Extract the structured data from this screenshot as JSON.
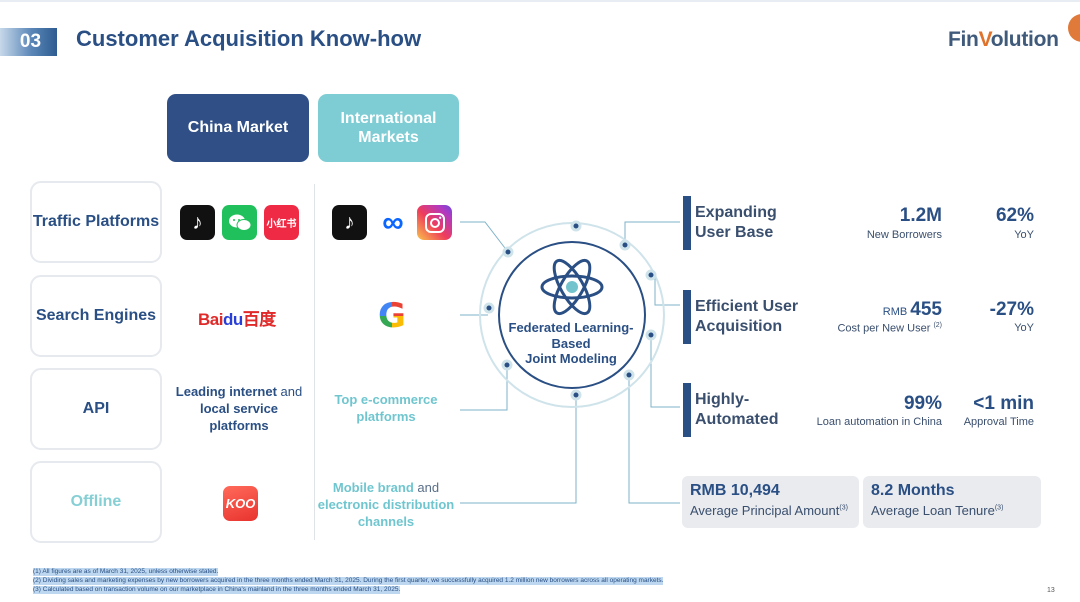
{
  "header": {
    "section_number": "03",
    "title": "Customer Acquisition Know-how",
    "logo_text_a": "Fin",
    "logo_text_v": "V",
    "logo_text_b": "olution"
  },
  "markets": {
    "china": "China Market",
    "international": "International Markets"
  },
  "categories": {
    "traffic": "Traffic Platforms",
    "search": "Search Engines",
    "api": "API",
    "offline": "Offline"
  },
  "icons": {
    "china_traffic": [
      "tiktok-icon",
      "wechat-icon",
      "xiaohongshu-icon"
    ],
    "intl_traffic": [
      "tiktok-icon",
      "meta-icon",
      "instagram-icon"
    ],
    "china_search": "baidu-logo",
    "intl_search": "google-icon",
    "china_offline": "koo-icon",
    "xhs_text": "小红书",
    "baidu_a": "Bai",
    "baidu_du": "du",
    "baidu_b": "百度",
    "koo_text": "KOO",
    "google_text": "G",
    "tiktok_glyph": "♪",
    "meta_glyph": "∞"
  },
  "china_api": {
    "bold1": "Leading internet",
    "normal1": " and",
    "bold2": "local service platforms"
  },
  "intl_api": "Top e-commerce platforms",
  "intl_offline": {
    "bold1": "Mobile brand",
    "normal1": " and",
    "bold2": "electronic distribution channels"
  },
  "center": {
    "label_line1": "Federated Learning-",
    "label_line2": "Based",
    "label_line3": "Joint Modeling"
  },
  "metrics": [
    {
      "title_line1": "Expanding",
      "title_line2": "User Base",
      "value1_prefix": "",
      "value1": "1.2M",
      "sub1": "New Borrowers",
      "sub1_sup": "",
      "value2": "62%",
      "sub2": "YoY"
    },
    {
      "title_line1": "Efficient User",
      "title_line2": "Acquisition",
      "value1_prefix": "RMB ",
      "value1": "455",
      "sub1": "Cost per New User ",
      "sub1_sup": "(2)",
      "value2": "-27%",
      "sub2": "YoY"
    },
    {
      "title_line1": "Highly-",
      "title_line2": "Automated",
      "value1_prefix": "",
      "value1": "99%",
      "sub1": "Loan automation in China",
      "sub1_sup": "",
      "value2": "<1 min",
      "sub2": "Approval Time"
    }
  ],
  "stat_boxes": [
    {
      "value": "RMB 10,494",
      "label": "Average Principal Amount",
      "sup": "(3)"
    },
    {
      "value": "8.2 Months",
      "label": "Average Loan Tenure",
      "sup": "(3)"
    }
  ],
  "footnotes": [
    "(1) All figures are as of March 31, 2025, unless otherwise stated.",
    "(2) Dividing sales and marketing expenses by new borrowers acquired in the three months ended March 31, 2025. During the first quarter, we successfully acquired 1.2 million new borrowers across all operating markets.",
    "(3) Calculated based on transaction volume on our marketplace in China's mainland in the three months ended March 31, 2025."
  ],
  "page_number": "13",
  "colors": {
    "navy": "#2f4f86",
    "teal": "#7ecdd4",
    "accent_orange": "#e0722b"
  }
}
